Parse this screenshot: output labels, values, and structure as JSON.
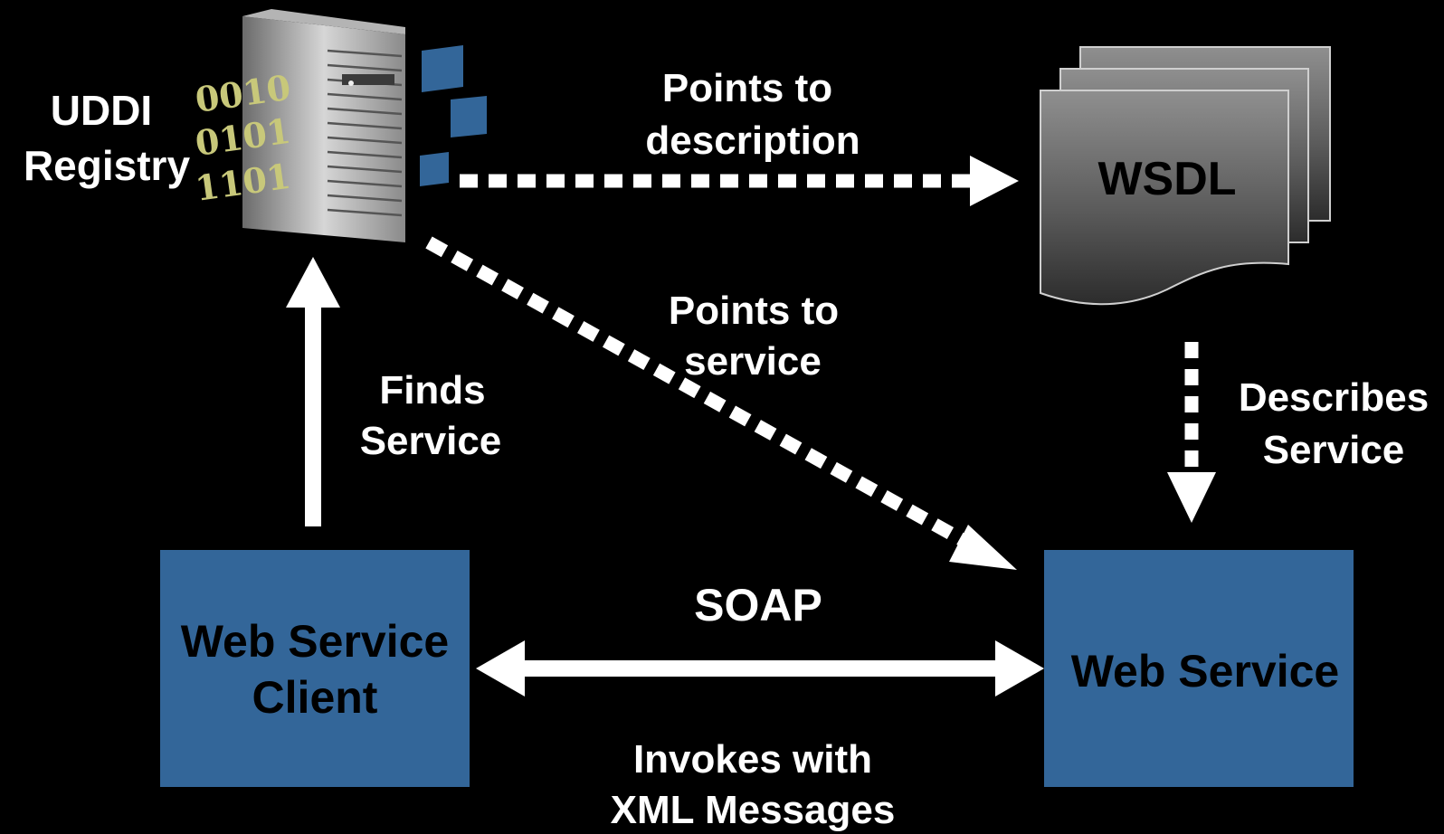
{
  "registry": {
    "label_line1": "UDDI",
    "label_line2": "Registry",
    "binary": [
      "0010",
      "0101",
      "1101"
    ]
  },
  "wsdl": {
    "label": "WSDL"
  },
  "client": {
    "label_line1": "Web Service",
    "label_line2": "Client"
  },
  "service": {
    "label": "Web Service"
  },
  "edges": {
    "points_to_description": [
      "Points to",
      "description"
    ],
    "points_to_service": [
      "Points to",
      "service"
    ],
    "finds_service": [
      "Finds",
      "Service"
    ],
    "describes_service": [
      "Describes",
      "Service"
    ],
    "soap": "SOAP",
    "invokes": [
      "Invokes with",
      "XML Messages"
    ]
  },
  "colors": {
    "background": "#000000",
    "box_fill": "#336699",
    "text": "#ffffff",
    "box_text": "#000000",
    "binary_text": "#c8c87a"
  }
}
